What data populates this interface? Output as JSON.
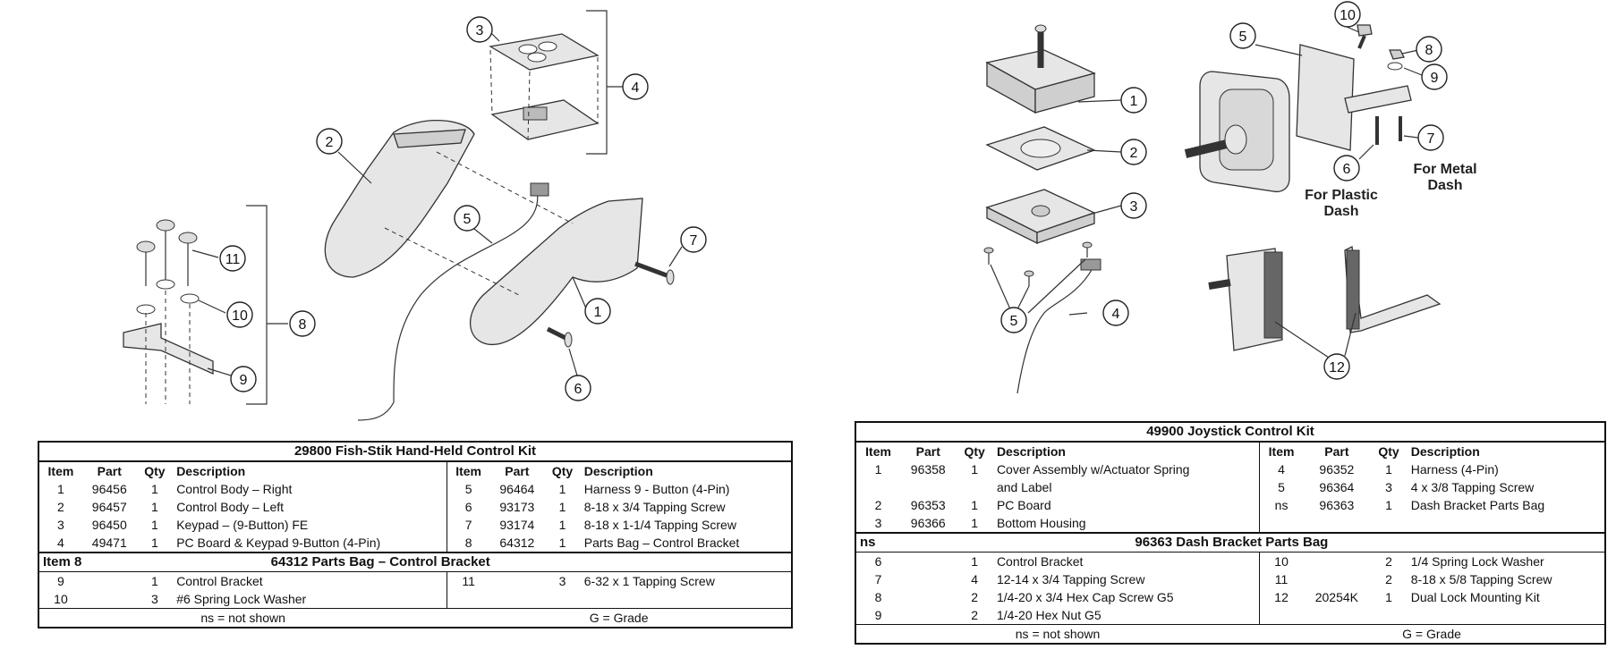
{
  "left": {
    "callouts": [
      "1",
      "2",
      "3",
      "4",
      "5",
      "6",
      "7",
      "8",
      "9",
      "10",
      "11"
    ],
    "table": {
      "title": "29800  Fish-Stik Hand-Held Control Kit",
      "headers": [
        "Item",
        "Part",
        "Qty",
        "Description",
        "Item",
        "Part",
        "Qty",
        "Description"
      ],
      "rows": [
        [
          "1",
          "96456",
          "1",
          "Control Body – Right",
          "5",
          "96464",
          "1",
          "Harness 9 - Button (4-Pin)"
        ],
        [
          "2",
          "96457",
          "1",
          "Control Body – Left",
          "6",
          "93173",
          "1",
          "8-18 x 3/4 Tapping Screw"
        ],
        [
          "3",
          "96450",
          "1",
          "Keypad – (9-Button) FE",
          "7",
          "93174",
          "1",
          "8-18 x 1-1/4 Tapping Screw"
        ],
        [
          "4",
          "49471",
          "1",
          "PC Board & Keypad 9-Button (4-Pin)",
          "8",
          "64312",
          "1",
          "Parts Bag – Control Bracket"
        ]
      ],
      "section_item": "Item 8",
      "section_title": "64312  Parts Bag – Control Bracket",
      "section_rows": [
        [
          "9",
          "",
          "1",
          "Control Bracket",
          "11",
          "",
          "3",
          "6-32 x 1 Tapping Screw"
        ],
        [
          "10",
          "",
          "3",
          "#6 Spring Lock Washer",
          "",
          "",
          "",
          ""
        ]
      ],
      "footer_left": "ns = not shown",
      "footer_right": "G = Grade"
    }
  },
  "right": {
    "callouts_joystick": [
      "1",
      "2",
      "3",
      "4",
      "5"
    ],
    "callouts_bracket": [
      "5",
      "6",
      "7",
      "8",
      "9",
      "10",
      "12"
    ],
    "label_plastic": [
      "For Plastic",
      "Dash"
    ],
    "label_metal": [
      "For Metal",
      "Dash"
    ],
    "table": {
      "title": "49900  Joystick Control Kit",
      "headers": [
        "Item",
        "Part",
        "Qty",
        "Description",
        "Item",
        "Part",
        "Qty",
        "Description"
      ],
      "rows": [
        [
          "1",
          "96358",
          "1",
          "Cover Assembly w/Actuator Spring",
          "4",
          "96352",
          "1",
          "Harness (4-Pin)"
        ],
        [
          "",
          "",
          "",
          "and Label",
          "5",
          "96364",
          "3",
          "4 x 3/8 Tapping Screw"
        ],
        [
          "2",
          "96353",
          "1",
          "PC Board",
          "ns",
          "96363",
          "1",
          "Dash Bracket Parts Bag"
        ],
        [
          "3",
          "96366",
          "1",
          "Bottom Housing",
          "",
          "",
          "",
          ""
        ]
      ],
      "section_item": "ns",
      "section_title": "96363  Dash Bracket Parts Bag",
      "section_rows": [
        [
          "6",
          "",
          "1",
          "Control Bracket",
          "10",
          "",
          "2",
          "1/4 Spring Lock Washer"
        ],
        [
          "7",
          "",
          "4",
          "12-14 x 3/4 Tapping Screw",
          "11",
          "",
          "2",
          "8-18 x 5/8 Tapping Screw"
        ],
        [
          "8",
          "",
          "2",
          "1/4-20 x 3/4 Hex Cap Screw G5",
          "12",
          "20254K",
          "1",
          "Dual Lock Mounting Kit"
        ],
        [
          "9",
          "",
          "2",
          "1/4-20 Hex Nut G5",
          "",
          "",
          "",
          ""
        ]
      ],
      "footer_left": "ns = not shown",
      "footer_right": "G = Grade"
    }
  }
}
